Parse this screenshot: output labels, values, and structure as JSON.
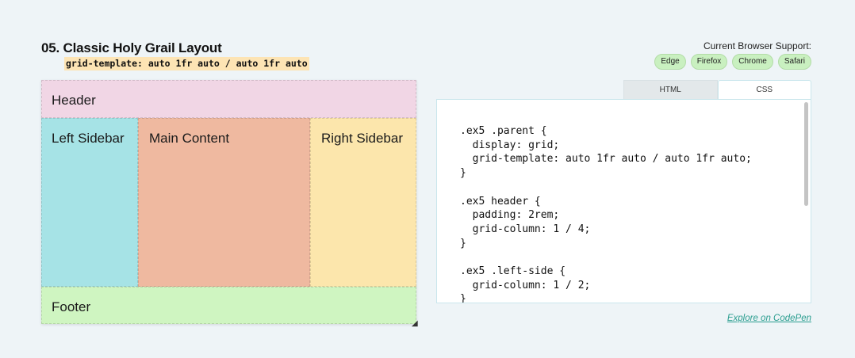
{
  "section": {
    "title": "05. Classic Holy Grail Layout",
    "code_label": "grid-template: auto 1fr auto / auto 1fr auto"
  },
  "support": {
    "label": "Current Browser Support:",
    "browsers": [
      "Edge",
      "Firefox",
      "Chrome",
      "Safari"
    ]
  },
  "demo": {
    "header": "Header",
    "left_sidebar": "Left Sidebar",
    "main": "Main Content",
    "right_sidebar": "Right Sidebar",
    "footer": "Footer"
  },
  "tabs": {
    "html": "HTML",
    "css": "CSS",
    "active": "CSS"
  },
  "code": ".ex5 .parent {\n  display: grid;\n  grid-template: auto 1fr auto / auto 1fr auto;\n}\n\n.ex5 header {\n  padding: 2rem;\n  grid-column: 1 / 4;\n}\n\n.ex5 .left-side {\n  grid-column: 1 / 2;\n}",
  "link": "Explore on CodePen",
  "icons": {
    "resize": "resize-handle-icon"
  }
}
